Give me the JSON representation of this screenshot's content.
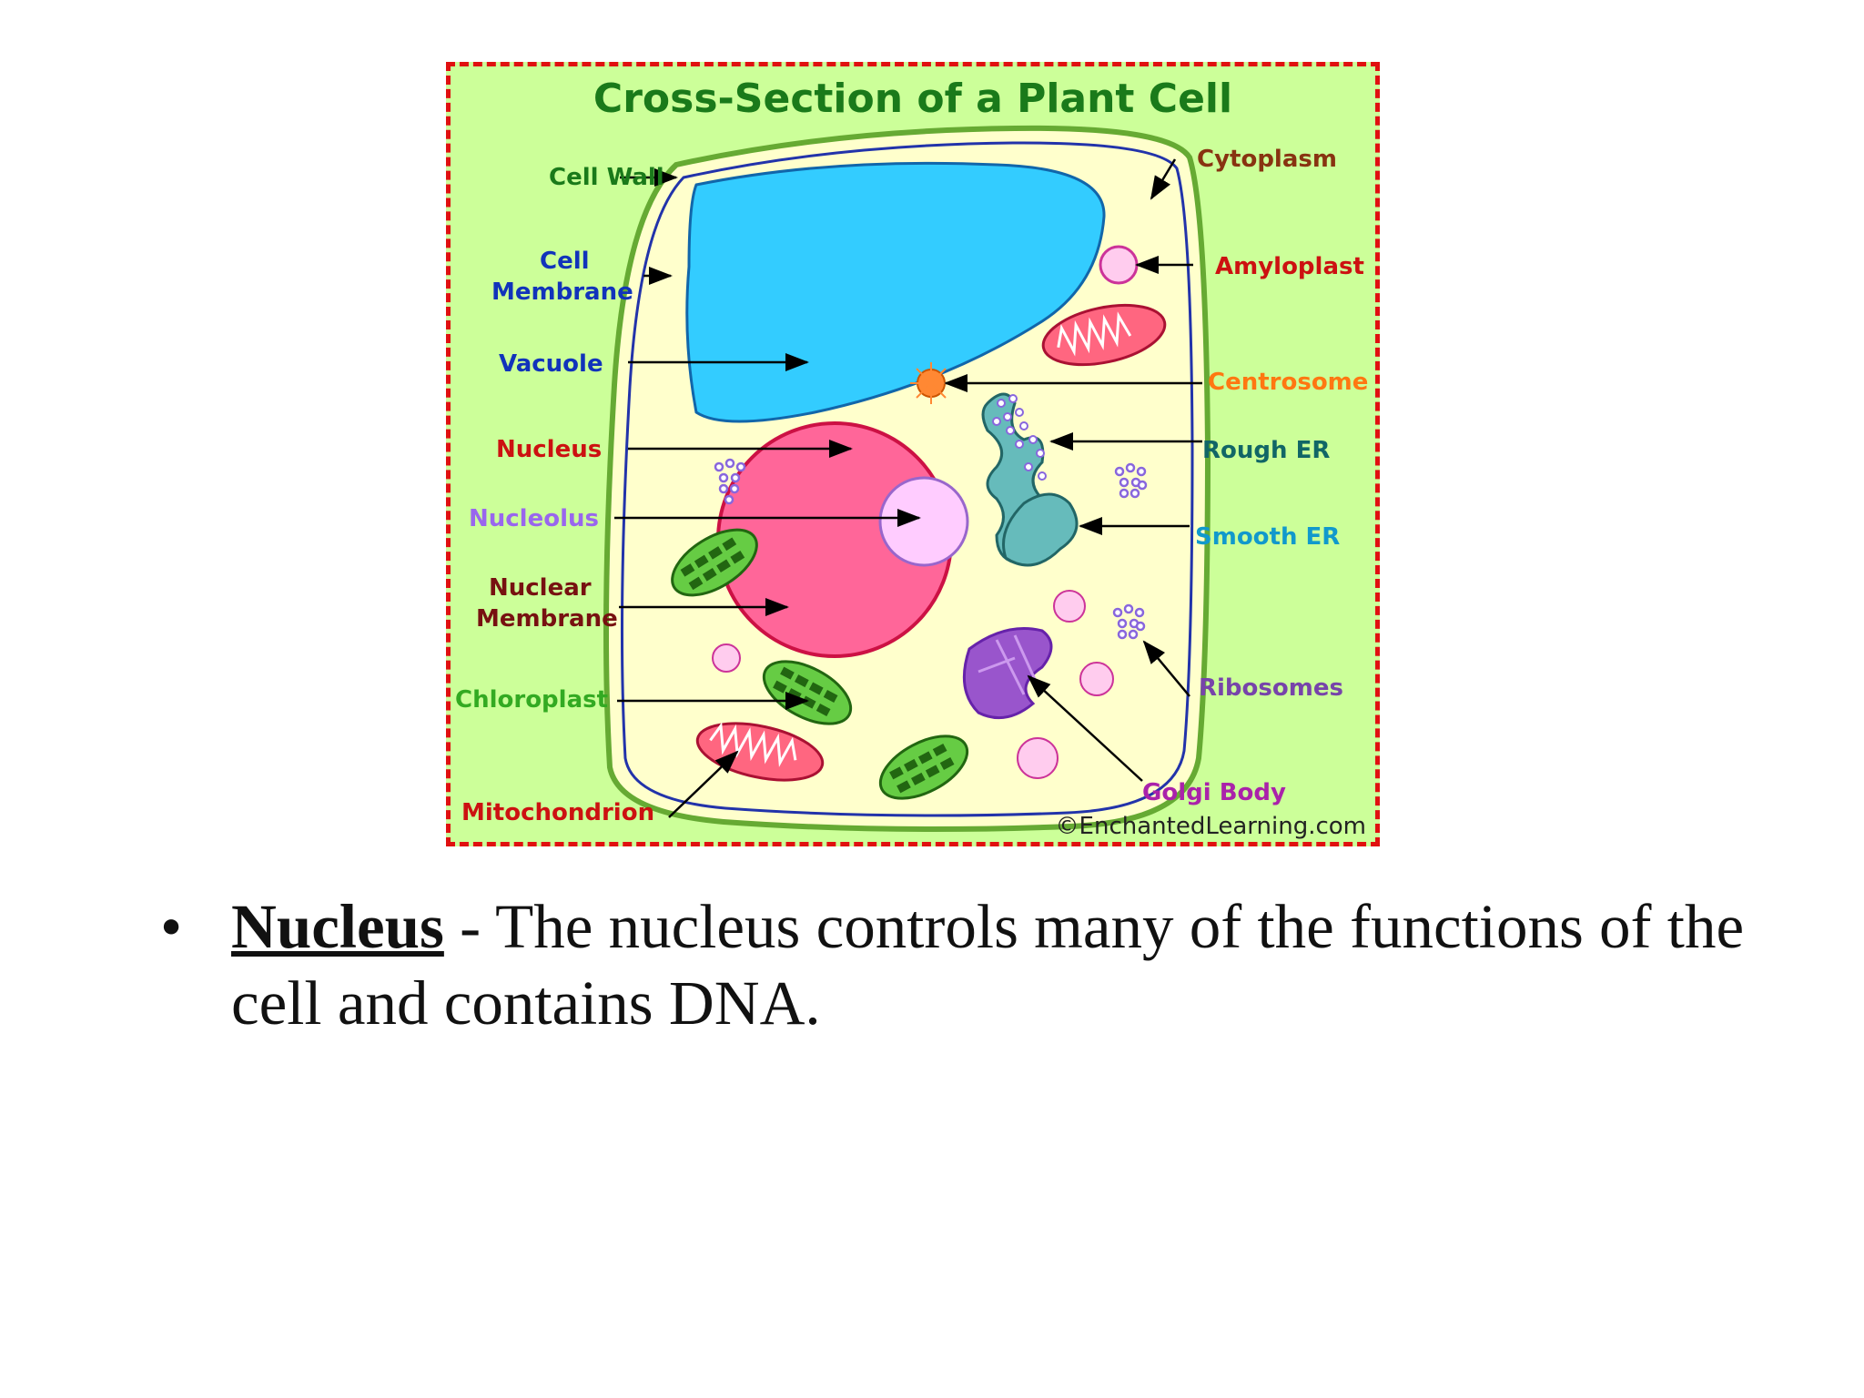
{
  "figure": {
    "title": "Cross-Section of a Plant Cell",
    "copyright": "©EnchantedLearning.com",
    "colors": {
      "background": "#ccff99",
      "border": "#e01010",
      "cytoplasm": "#ffffcc",
      "cell_wall": "#66aa33",
      "cell_membrane": "#2233aa",
      "vacuole": "#33ccff",
      "nucleus": "#ff6699",
      "nucleolus": "#ffccff",
      "chloroplast": "#66cc44",
      "mitochondrion": "#ff6680",
      "rough_er": "#66bbbb",
      "golgi": "#9955cc",
      "centrosome": "#ff8833",
      "amyloplast": "#ffccee"
    },
    "labels": {
      "cell_wall": "Cell Wall",
      "cell_membrane_1": "Cell",
      "cell_membrane_2": "Membrane",
      "vacuole": "Vacuole",
      "nucleus": "Nucleus",
      "nucleolus": "Nucleolus",
      "nuclear_membrane_1": "Nuclear",
      "nuclear_membrane_2": "Membrane",
      "chloroplast": "Chloroplast",
      "mitochondrion": "Mitochondrion",
      "cytoplasm": "Cytoplasm",
      "amyloplast": "Amyloplast",
      "centrosome": "Centrosome",
      "rough_er": "Rough ER",
      "smooth_er": "Smooth ER",
      "ribosomes": "Ribosomes",
      "golgi_body": "Golgi Body"
    }
  },
  "bullet": {
    "term": "Nucleus",
    "description": " - The nucleus controls many of the functions of the cell and contains DNA."
  }
}
